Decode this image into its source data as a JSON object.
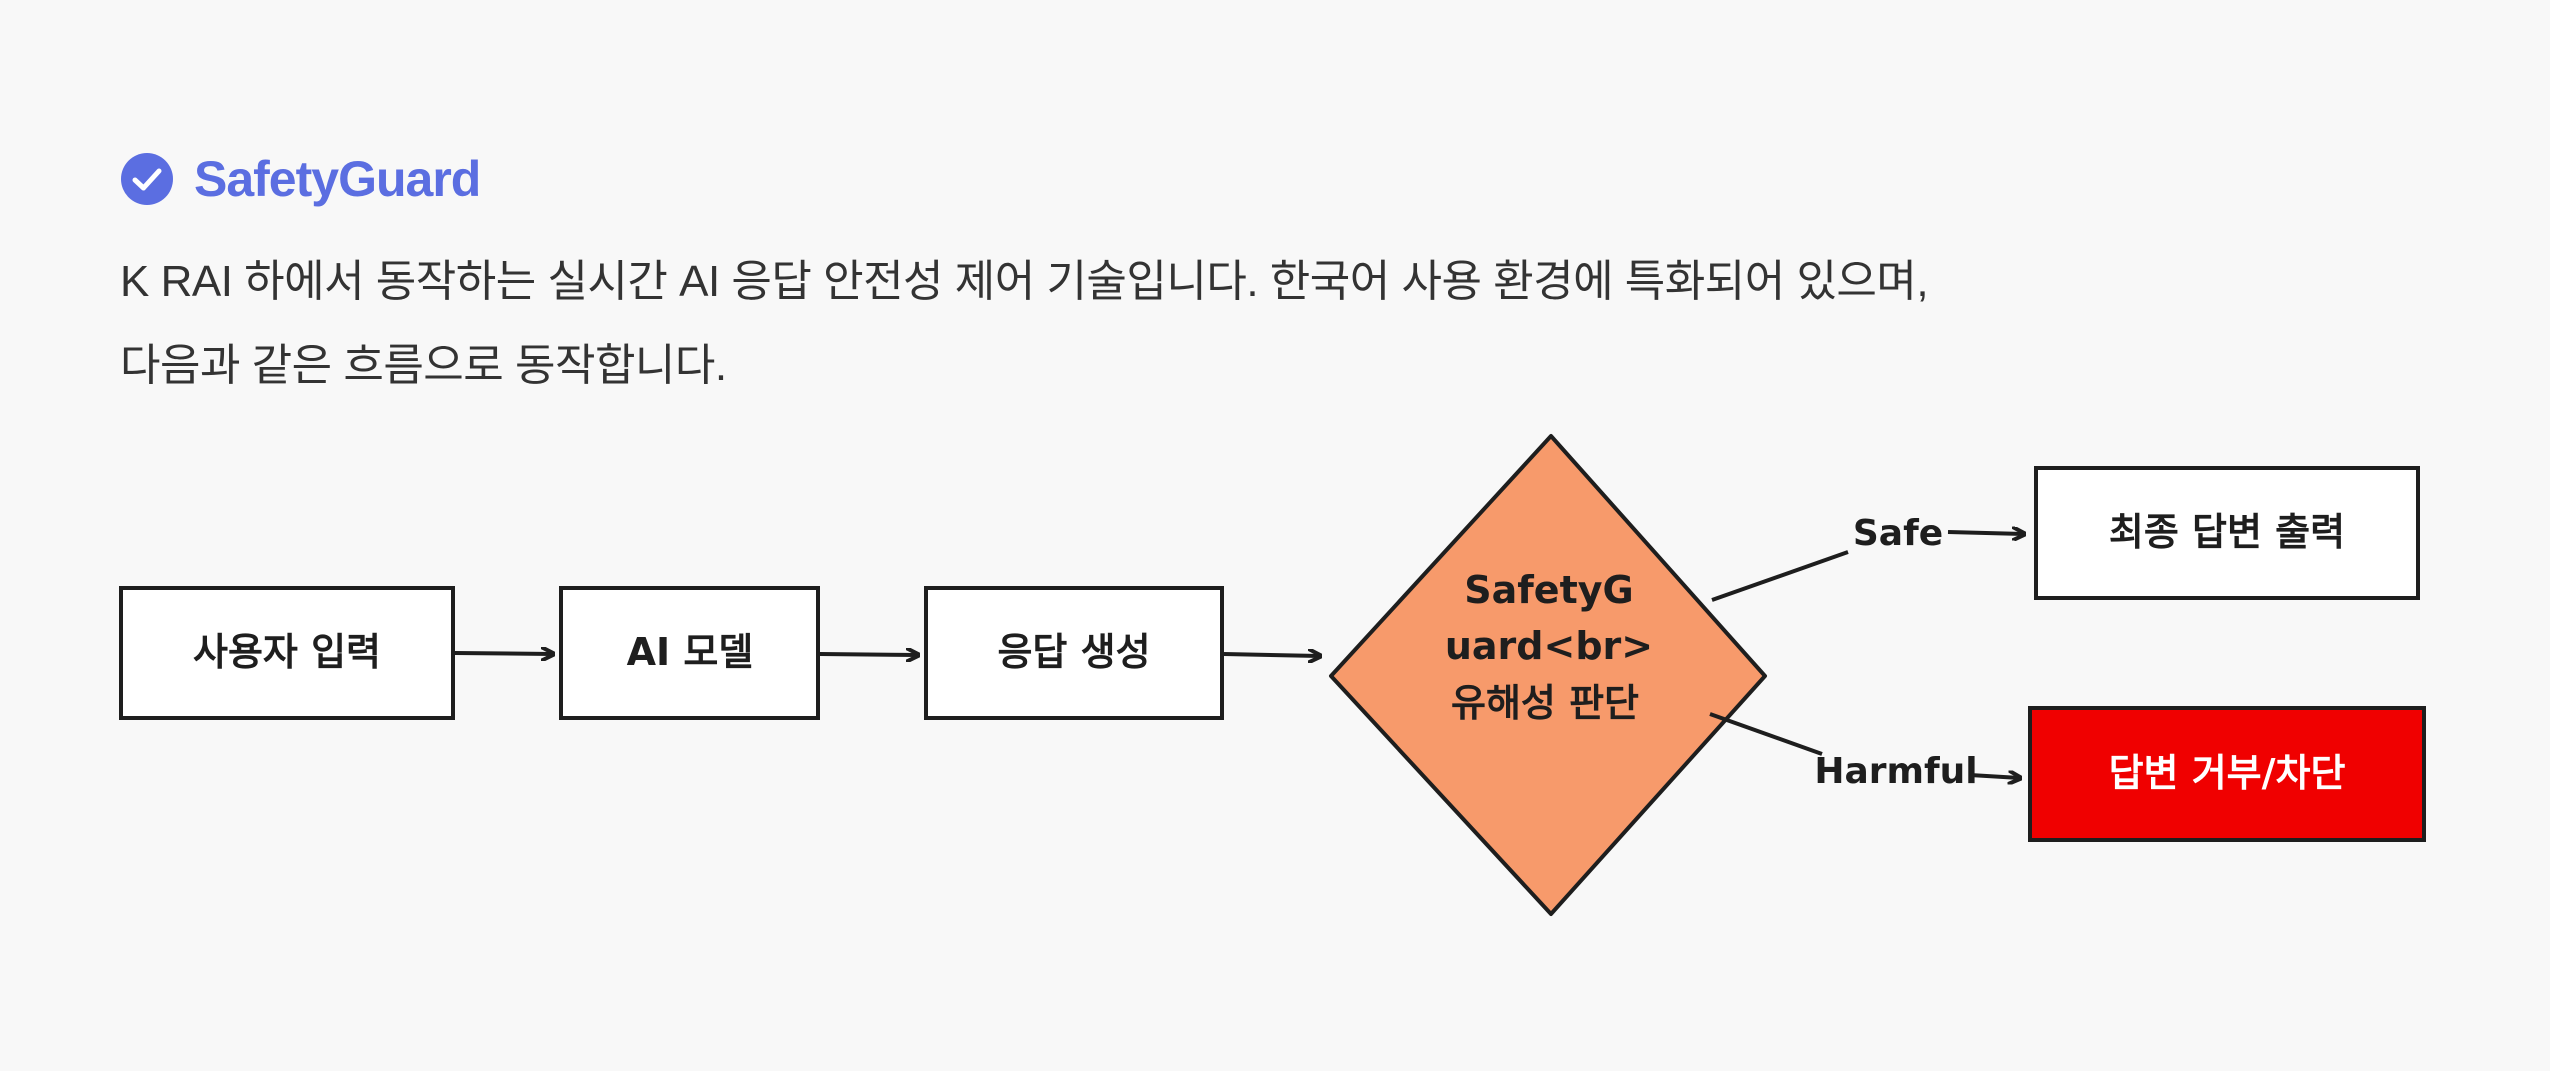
{
  "header": {
    "title": "SafetyGuard",
    "icon": "check-circle-icon",
    "accent_color": "#5b6ee1"
  },
  "description": {
    "line1": "K RAI 하에서 동작하는 실시간 AI 응답 안전성 제어 기술입니다. 한국어 사용 환경에 특화되어 있으며,",
    "line2": "다음과 같은 흐름으로 동작합니다."
  },
  "flow": {
    "nodes": {
      "user_input": "사용자 입력",
      "ai_model": "AI 모델",
      "generate": "응답 생성",
      "judge_line1": "SafetyG",
      "judge_line2": "uard<br>",
      "judge_line3": "유해성 판단",
      "final_output": "최종 답변 출력",
      "reject": "답변 거부/차단"
    },
    "edges": {
      "safe": "Safe",
      "harmful": "Harmful"
    },
    "colors": {
      "decision_fill": "#f79a6b",
      "reject_fill": "#f00000",
      "stroke": "#1e1e1e"
    }
  }
}
